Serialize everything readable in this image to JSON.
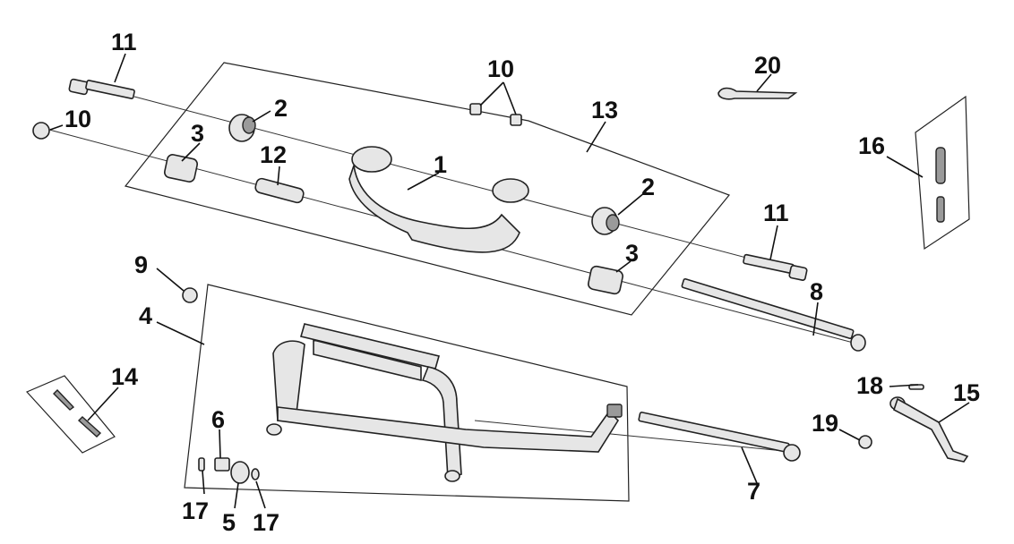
{
  "diagram": {
    "callouts": [
      {
        "id": "c11a",
        "label": "11"
      },
      {
        "id": "c10a",
        "label": "10"
      },
      {
        "id": "c10b",
        "label": "10"
      },
      {
        "id": "c2a",
        "label": "2"
      },
      {
        "id": "c3a",
        "label": "3"
      },
      {
        "id": "c12",
        "label": "12"
      },
      {
        "id": "c1",
        "label": "1"
      },
      {
        "id": "c13",
        "label": "13"
      },
      {
        "id": "c20",
        "label": "20"
      },
      {
        "id": "c16",
        "label": "16"
      },
      {
        "id": "c2b",
        "label": "2"
      },
      {
        "id": "c11b",
        "label": "11"
      },
      {
        "id": "c3b",
        "label": "3"
      },
      {
        "id": "c9",
        "label": "9"
      },
      {
        "id": "c4",
        "label": "4"
      },
      {
        "id": "c8",
        "label": "8"
      },
      {
        "id": "c14",
        "label": "14"
      },
      {
        "id": "c6",
        "label": "6"
      },
      {
        "id": "c18",
        "label": "18"
      },
      {
        "id": "c15",
        "label": "15"
      },
      {
        "id": "c19",
        "label": "19"
      },
      {
        "id": "c7",
        "label": "7"
      },
      {
        "id": "c17a",
        "label": "17"
      },
      {
        "id": "c5",
        "label": "5"
      },
      {
        "id": "c17b",
        "label": "17"
      }
    ]
  }
}
